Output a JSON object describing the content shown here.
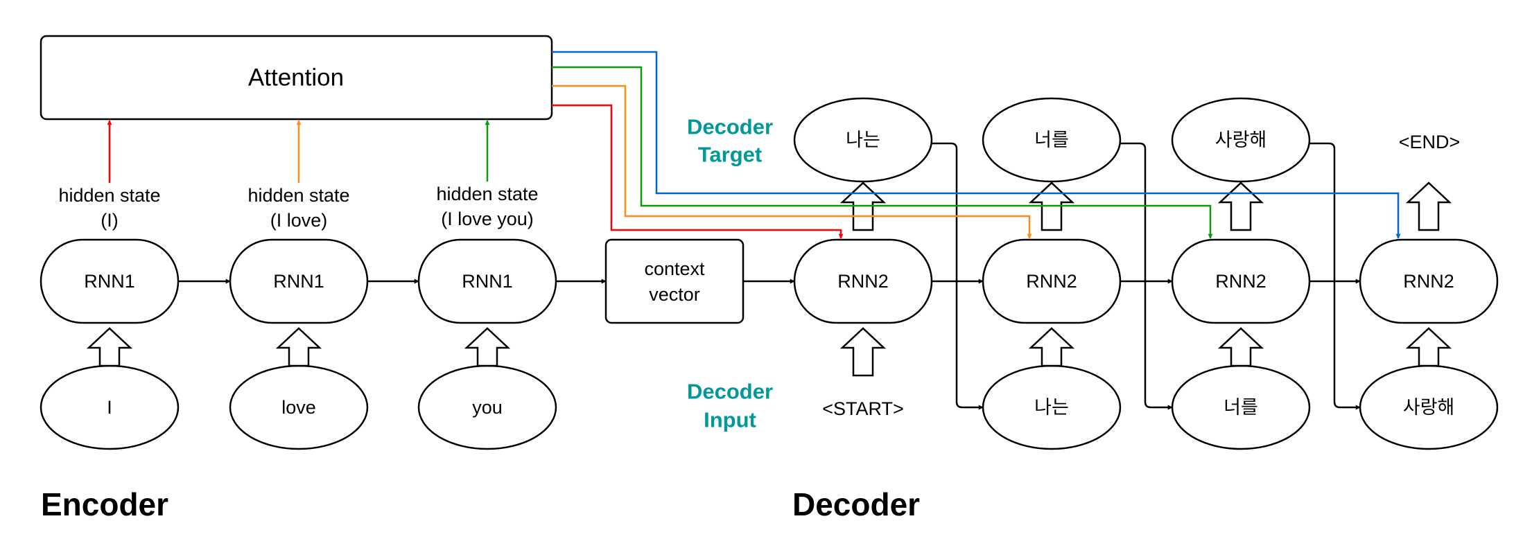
{
  "attention_label": "Attention",
  "encoder": {
    "cells": [
      "RNN1",
      "RNN1",
      "RNN1"
    ],
    "inputs": [
      "I",
      "love",
      "you"
    ],
    "hidden_states": [
      {
        "line1": "hidden state",
        "line2": "(I)"
      },
      {
        "line1": "hidden state",
        "line2": "(I love)"
      },
      {
        "line1": "hidden state",
        "line2": "(I love you)"
      }
    ],
    "title": "Encoder"
  },
  "context_vector": {
    "line1": "context",
    "line2": "vector"
  },
  "decoder": {
    "cells": [
      "RNN2",
      "RNN2",
      "RNN2",
      "RNN2"
    ],
    "targets": [
      "나는",
      "너를",
      "사랑해",
      "<END>"
    ],
    "inputs": [
      "<START>",
      "나는",
      "너를",
      "사랑해"
    ],
    "target_caption": {
      "line1": "Decoder",
      "line2": "Target"
    },
    "input_caption": {
      "line1": "Decoder",
      "line2": "Input"
    },
    "title": "Decoder"
  },
  "colors": {
    "red": "#ff0000",
    "orange": "#ff8c1a",
    "green": "#0a9a0a",
    "blue": "#0066cc",
    "teal": "#009999"
  }
}
